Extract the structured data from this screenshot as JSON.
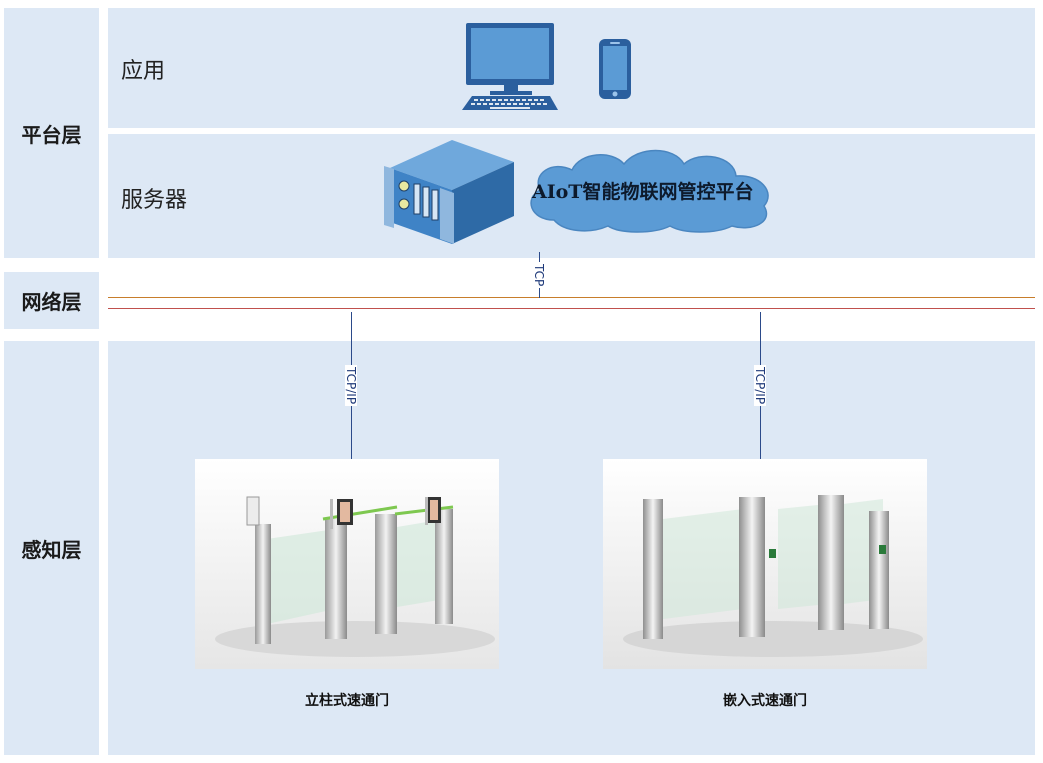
{
  "layers": {
    "platform": "平台层",
    "network": "网络层",
    "perception": "感知层"
  },
  "rows": {
    "application": "应用",
    "server": "服务器"
  },
  "platform_name": "AIoT智能物联网管控平台",
  "links": {
    "server_to_network": "TCP",
    "network_to_gate1": "TCP/IP",
    "network_to_gate2": "TCP/IP"
  },
  "devices": {
    "gate1_caption": "立柱式速通门",
    "gate2_caption": "嵌入式速通门"
  },
  "icons": [
    "desktop-computer-icon",
    "smartphone-icon",
    "rack-server-icon",
    "cloud-icon"
  ],
  "colors": {
    "band": "#dde8f5",
    "cloud": "#5b9bd5",
    "server": "#3a7ab8",
    "network_line_1": "#c77d2b",
    "network_line_2": "#c0504d",
    "link_line": "#2b4a8a"
  }
}
